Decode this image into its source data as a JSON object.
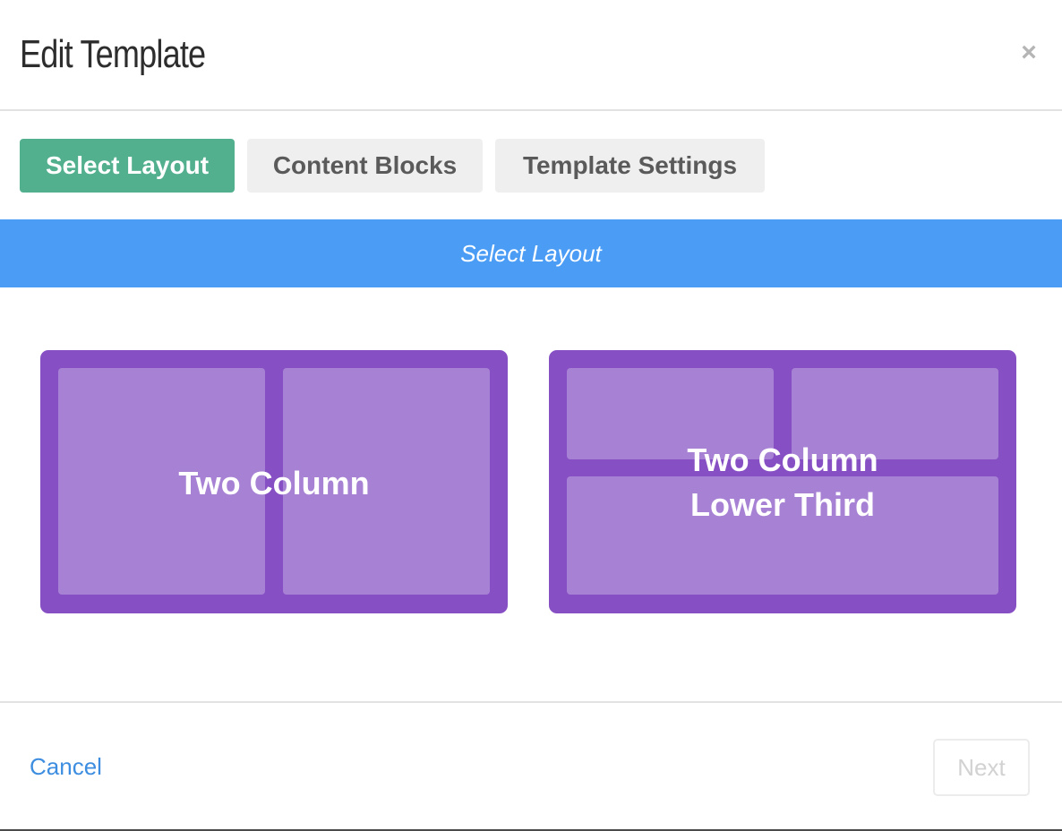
{
  "dialog": {
    "title": "Edit Template",
    "close_icon": "close-icon",
    "close_glyph": "×"
  },
  "tabs": [
    {
      "label": "Select Layout",
      "active": true
    },
    {
      "label": "Content Blocks",
      "active": false
    },
    {
      "label": "Template Settings",
      "active": false
    }
  ],
  "section": {
    "heading": "Select Layout"
  },
  "layouts": [
    {
      "label": "Two Column"
    },
    {
      "label_line1": "Two Column",
      "label_line2": "Lower Third"
    }
  ],
  "footer": {
    "cancel_label": "Cancel",
    "next_label": "Next"
  },
  "colors": {
    "active_tab": "#52b08f",
    "banner": "#4a9cf5",
    "layout_card": "#8650c4",
    "layout_pane": "#a781d4",
    "link": "#3d8ee0"
  }
}
